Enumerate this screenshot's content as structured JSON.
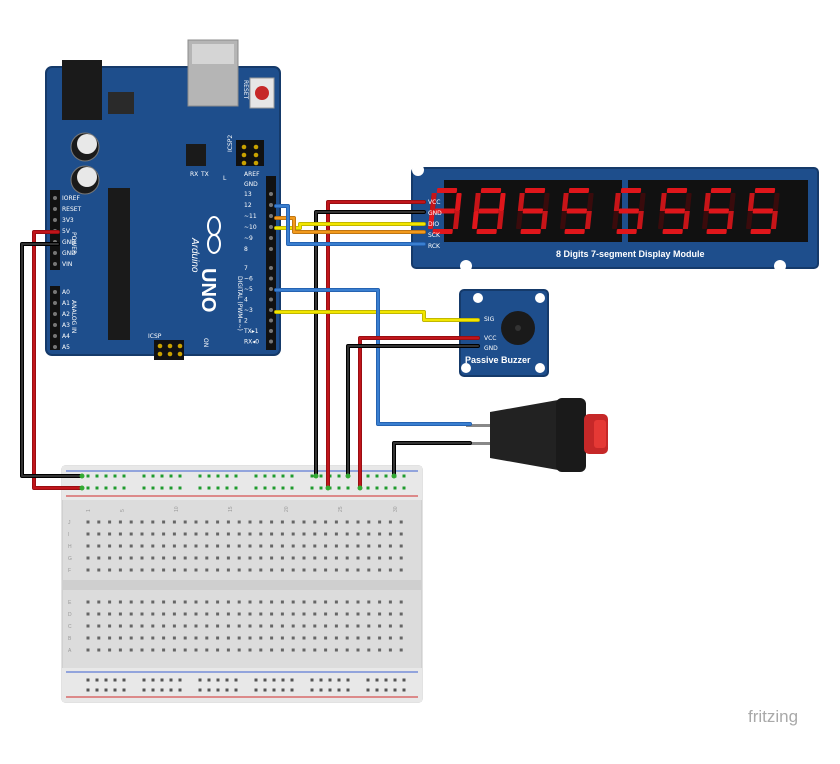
{
  "arduino": {
    "brand": "Arduino",
    "model": "UNO",
    "reset_label": "RESET",
    "icsp2_label": "ICSP2",
    "icsp_label": "ICSP",
    "aref_label": "AREF",
    "gnd_label": "GND",
    "tx_label": "TX",
    "rx_label": "RX",
    "l_label": "L",
    "on_label": "ON",
    "digital_label": "DIGITAL (PWM=~)",
    "power_label": "POWER",
    "analog_label": "ANALOG IN",
    "power_pins": [
      "IOREF",
      "RESET",
      "3V3",
      "5V",
      "GND",
      "GND",
      "VIN"
    ],
    "analog_pins": [
      "A0",
      "A1",
      "A2",
      "A3",
      "A4",
      "A5"
    ],
    "digital_pins": [
      "13",
      "12",
      "~11",
      "~10",
      "~9",
      "8",
      "7",
      "~6",
      "~5",
      "4",
      "~3",
      "2",
      "TX▸1",
      "RX◂0"
    ]
  },
  "display_module": {
    "pins": [
      "VCC",
      "GND",
      "DIO",
      "SCK",
      "RCK"
    ],
    "title": "8 Digits 7-segment Display Module"
  },
  "buzzer": {
    "pins": [
      "SIG",
      "VCC",
      "GND"
    ],
    "title": "Passive Buzzer"
  },
  "breadboard": {
    "col_numbers": [
      "1",
      "5",
      "10",
      "15",
      "20",
      "25",
      "30"
    ],
    "row_letters_top": [
      "J",
      "I",
      "H",
      "G",
      "F"
    ],
    "row_letters_bottom": [
      "E",
      "D",
      "C",
      "B",
      "A"
    ]
  },
  "watermark": "fritzing",
  "colors": {
    "board_blue": "#1e4e8c",
    "wire_red": "#c0151b",
    "wire_black": "#1a1a1a",
    "wire_yellow": "#f2e600",
    "wire_orange": "#f29a1c",
    "wire_blue": "#3a7fd0",
    "segment_red": "#e0161b"
  }
}
